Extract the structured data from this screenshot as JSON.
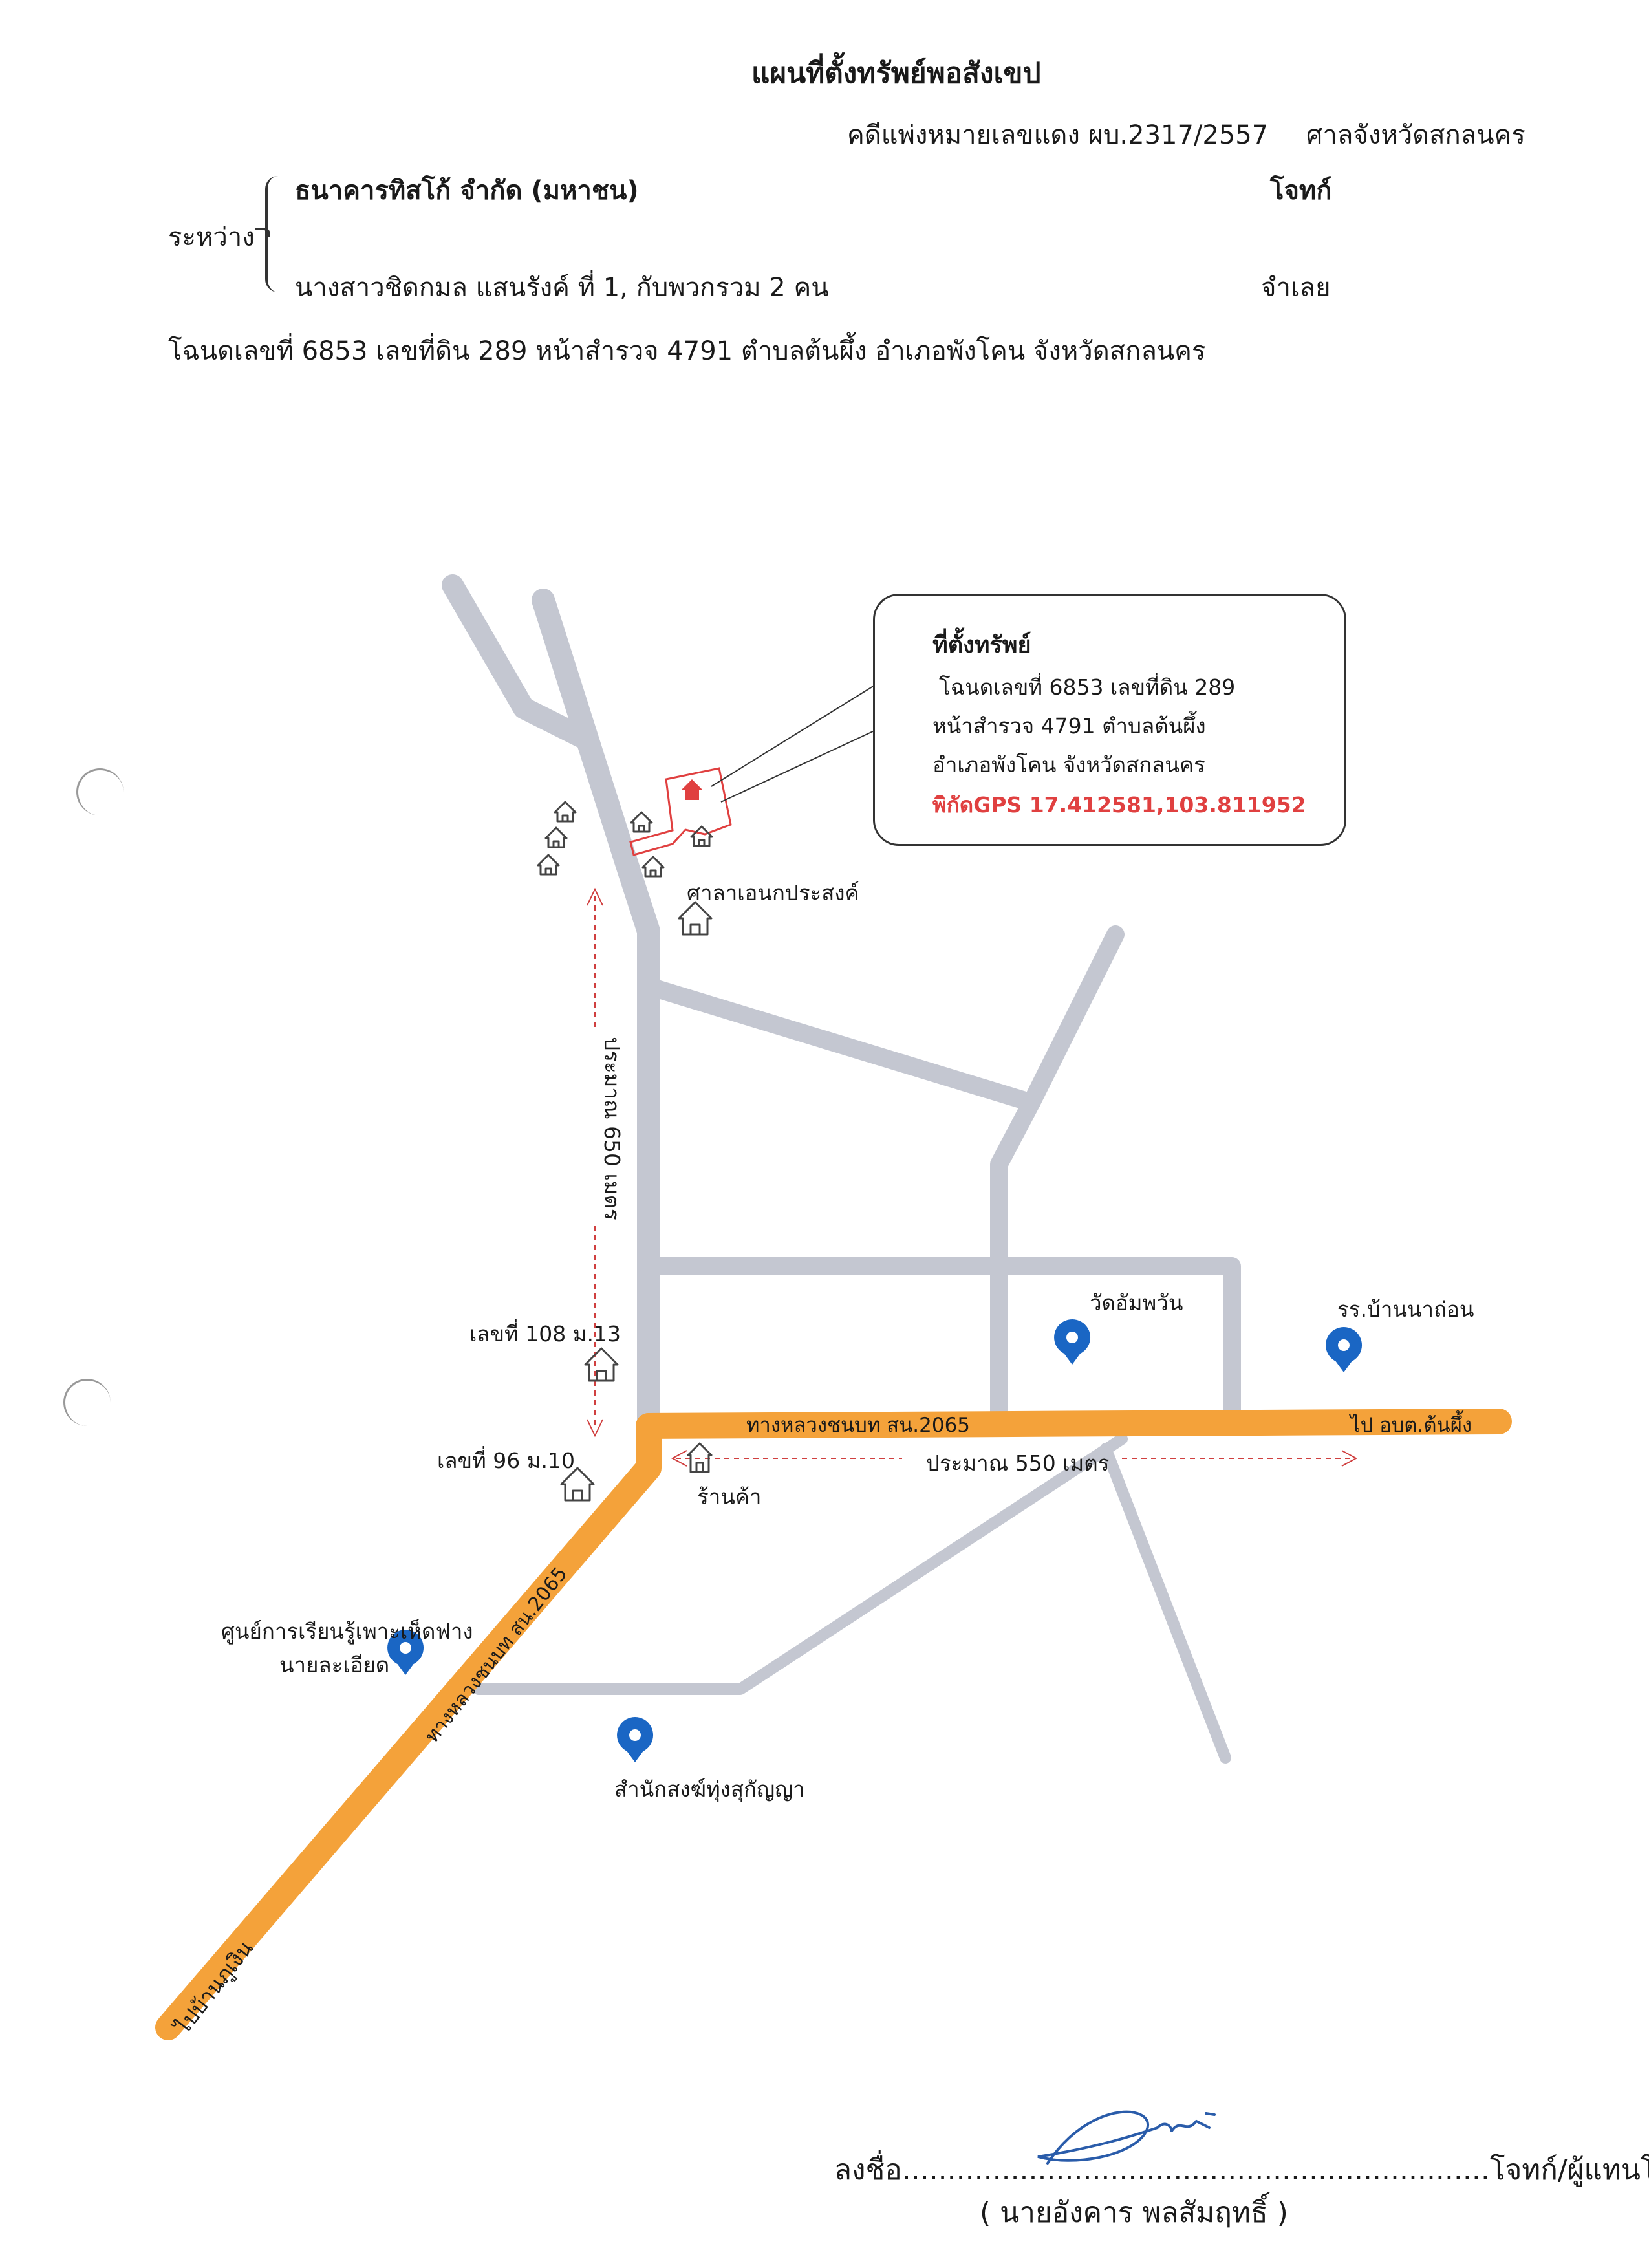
{
  "header": {
    "title": "แผนที่ตั้งทรัพย์พอสังเขป",
    "case_number": "คดีแพ่งหมายเลขแดง ผบ.2317/2557",
    "court": "ศาลจังหวัดสกลนคร",
    "between_label": "ระหว่าง",
    "plaintiff": "ธนาคารทิสโก้ จำกัด (มหาชน)",
    "plaintiff_role": "โจทก์",
    "defendant": "นางสาวชิดกมล แสนรังค์ ที่ 1, กับพวกรวม 2 คน",
    "defendant_role": "จำเลย",
    "deed_line": "โฉนดเลขที่ 6853 เลขที่ดิน 289 หน้าสำรวจ 4791 ตำบลต้นผึ้ง อำเภอพังโคน  จังหวัดสกลนคร"
  },
  "callout": {
    "title": "ที่ตั้งทรัพย์",
    "line1": "โฉนดเลขที่ 6853 เลขที่ดิน 289",
    "line2": "หน้าสำรวจ 4791 ตำบลต้นผึ้ง",
    "line3": "อำเภอพังโคน  จังหวัดสกลนคร",
    "gps": "พิกัดGPS 17.412581,103.811952"
  },
  "map": {
    "road_main": "ทางหลวงชนบท สน.2065",
    "road_diag": "ทางหลวงชนบท สน.2065",
    "to_east": "ไป อบต.ต้นผึ้ง",
    "to_southwest": "ไปบ้านภูเงิน",
    "dist_vertical": "ประมาณ 650 เมตร",
    "dist_horizontal": "ประมาณ 550 เมตร",
    "sala": "ศาลาเอนกประสงค์",
    "house_108": "เลขที่  108 ม.13",
    "house_96": "เลขที่  96 ม.10",
    "shop": "ร้านค้า",
    "wat": "วัดอัมพวัน",
    "school": "รร.บ้านนาถ่อน",
    "learning_center_1": "ศูนย์การเรียนรู้เพาะเห็ดฟาง",
    "learning_center_2": "นายละเอียด",
    "monastery": "สำนักสงฆ์ทุ่งสุกัญญา",
    "colors": {
      "local_road": "#c4c7d1",
      "highway": "#f4a23a",
      "marker": "#1a66c4",
      "property": "#e04040",
      "distance": "#d04040"
    }
  },
  "signature": {
    "line": "ลงชื่อ.................................................................โจทก์/ผู้แทนโจทก์",
    "name": "( นายอังคาร พลสัมฤทธิ์ )"
  }
}
